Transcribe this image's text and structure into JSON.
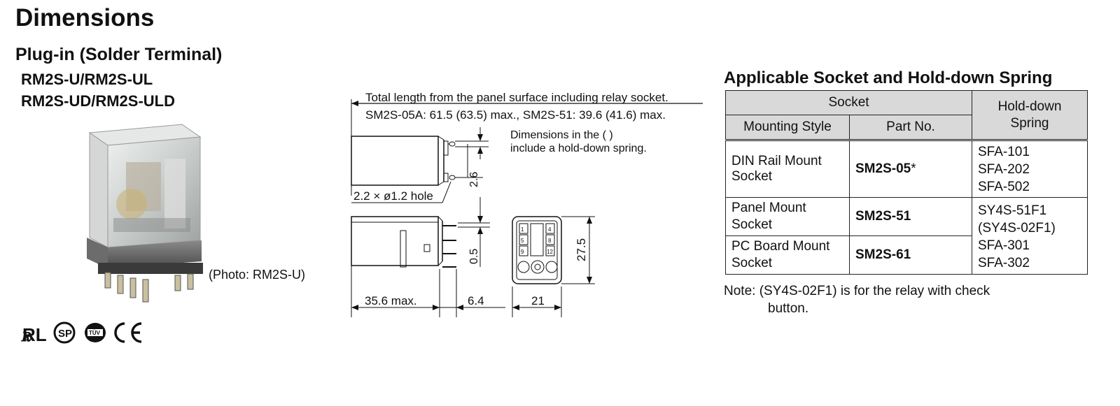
{
  "title": "Dimensions",
  "subtitle": "Plug-in (Solder Terminal)",
  "models": [
    "RM2S-U/RM2S-UL",
    "RM2S-UD/RM2S-ULD"
  ],
  "photo_caption": "(Photo: RM2S-U)",
  "certifications": [
    "ul-mark-icon",
    "csa-mark-icon",
    "tuv-mark-icon",
    "ce-mark-icon"
  ],
  "drawing": {
    "note_line1": "Total length from the panel surface including relay socket.",
    "note_line2": "SM2S-05A: 61.5 (63.5) max., SM2S-51: 39.6 (41.6) max.",
    "paren_note1": "Dimensions in the (  )",
    "paren_note2": "include a hold-down spring.",
    "hole_label": "2.2 × ø1.2 hole",
    "dim_26": "2.6",
    "dim_05": "0.5",
    "dim_length": "35.6 max.",
    "dim_64": "6.4",
    "dim_21": "21",
    "dim_275": "27.5",
    "pin_labels": [
      "1",
      "4",
      "5",
      "8",
      "9",
      "12"
    ]
  },
  "socket_table": {
    "title": "Applicable Socket and Hold-down Spring",
    "header_socket": "Socket",
    "header_spring": "Hold-down Spring",
    "header_mounting": "Mounting Style",
    "header_part": "Part No.",
    "rows": [
      {
        "mounting": "DIN Rail Mount Socket",
        "part": "SM2S-05",
        "part_suffix": "*",
        "springs": [
          "SFA-101",
          "SFA-202",
          "SFA-502"
        ]
      },
      {
        "mounting": "Panel Mount Socket",
        "part": "SM2S-51",
        "springs": [
          "SY4S-51F1",
          "(SY4S-02F1)"
        ]
      },
      {
        "mounting": "PC Board Mount Socket",
        "part": "SM2S-61",
        "springs": [
          "SFA-301",
          "SFA-302"
        ]
      }
    ],
    "note_label": "Note:",
    "note_text_1": "(SY4S-02F1) is for the relay with check",
    "note_text_2": "button."
  }
}
